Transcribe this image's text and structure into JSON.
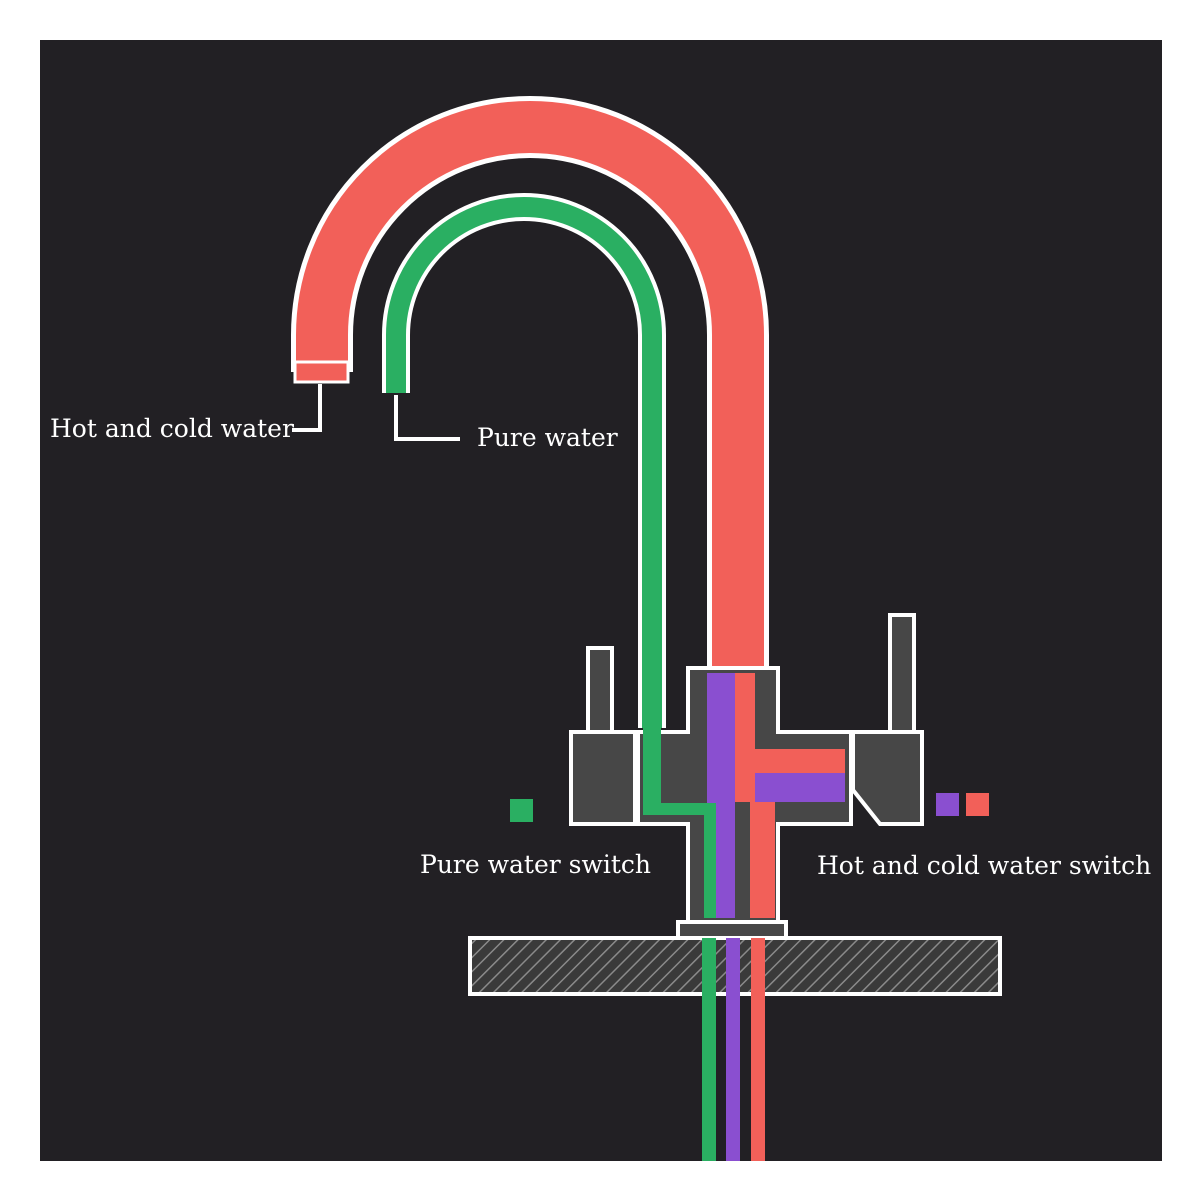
{
  "labels": {
    "spout_mixed": "Hot and cold water",
    "spout_pure": "Pure water",
    "switch_pure": "Pure water switch",
    "switch_mixed": "Hot and cold water switch"
  },
  "colors": {
    "background": "#222024",
    "hot_cold": "#f26059",
    "pure": "#2aaf62",
    "cold": "#8a4fd0",
    "body": "#474747",
    "outline": "#ffffff"
  },
  "icons": {
    "pure_legend": "green-square",
    "mixed_legend": "purple-and-red-squares",
    "countertop": "hatched-countertop"
  }
}
